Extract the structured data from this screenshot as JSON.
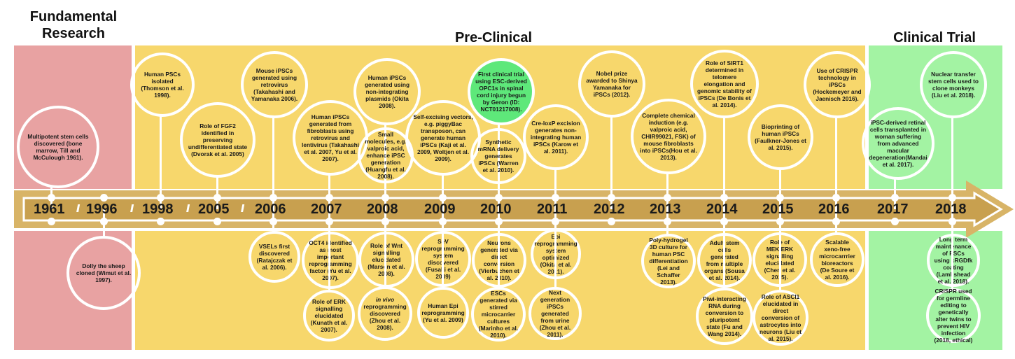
{
  "headers": {
    "fundamental": "Fundamental\nResearch",
    "preclinical": "Pre-Clinical",
    "clinical": "Clinical Trial"
  },
  "colors": {
    "fundamental_band": "#e8a2a2",
    "preclinical_band": "#f7d76c",
    "clinical_band": "#a3f3a3",
    "arrow": "#d8b467",
    "arrow_inner": "#c8a04f",
    "highlight_circle": "#5ee87a"
  },
  "timeline": {
    "years": [
      "1961",
      "1996",
      "1998",
      "2005",
      "2006",
      "2007",
      "2008",
      "2009",
      "2010",
      "2011",
      "2012",
      "2013",
      "2014",
      "2015",
      "2016",
      "2017",
      "2018"
    ],
    "break_mark": "//"
  },
  "events_above": [
    {
      "id": "e1961a",
      "text": "Multipotent stem cells discovered (bone marrow, Till and McCulough 1961)."
    },
    {
      "id": "e1998a",
      "text": "Human PSCs isolated (Thomson et al. 1998)."
    },
    {
      "id": "e2005a",
      "text": "Role of FGF2 identified in preserving undifferentiated state (Dvorak et al. 2005)"
    },
    {
      "id": "e2006a",
      "text": "Mouse iPSCs generated using retrovirus (Takahashi and Yamanaka 2006)."
    },
    {
      "id": "e2007a",
      "text": "Human iPSCs generated from fibroblasts using retrovirus and lentivirus (Takahashi et al. 2007, Yu et al. 2007)."
    },
    {
      "id": "e2008a1",
      "text": "Human iPSCs generated using non-integrating plasmids (Okita 2008)."
    },
    {
      "id": "e2008a2",
      "text": "Small molecules, e.g. valproic acid, enhance iPSC generation (Huangfu et al. 2008)."
    },
    {
      "id": "e2009a",
      "text": "Self-excising vectors, e.g. piggyBac transposon, can generate human iPSCs (Kaji et al. 2009, Woltjen et al. 2009)."
    },
    {
      "id": "e2010a1",
      "text": "First clinical trial using ESC-derived OPC1s in spinal cord injury begun by Geron (ID: NCT01217008)."
    },
    {
      "id": "e2010a2",
      "text": "Synthetic mRNA delivery generates iPSCs (Warren et al. 2010)."
    },
    {
      "id": "e2011a",
      "text": "Cre-loxP excision generates non-integrating human iPSCs (Karow et al. 2011)."
    },
    {
      "id": "e2012a",
      "text": "Nobel prize awarded to Shinya Yamanaka for iPSCs (2012)."
    },
    {
      "id": "e2013a",
      "text": "Complete chemical induction (e.g. valproic acid, CHIR99021, FSK) of mouse fibroblasts into iPSCs(Hou et al. 2013)."
    },
    {
      "id": "e2014a",
      "text": "Role of SIRT1 determined in telomere elongation and genomic stability of iPSCs (De Bonis et al. 2014)."
    },
    {
      "id": "e2015a",
      "text": "Bioprinting of human iPSCs (Faulkner-Jones et al. 2015)."
    },
    {
      "id": "e2016a",
      "text": "Use of CRISPR technology in iPSCs (Hockemeyer and Jaenisch 2016)."
    },
    {
      "id": "e2017a",
      "text": "iPSC-derived retinal cells transplanted in woman suffering from advanced macular degeneration(Mandai et al. 2017)."
    },
    {
      "id": "e2018a",
      "text": "Nuclear transfer stem cells used to clone monkeys (Liu et al. 2018)."
    }
  ],
  "events_below": [
    {
      "id": "e1996b",
      "text": "Dolly the sheep cloned (Wimut et al. 1997)."
    },
    {
      "id": "e2006b",
      "text": "VSELs first discovered (Ratajczak et al. 2006)."
    },
    {
      "id": "e2007b1",
      "text": "OCT4 identified as most important reprogramming factor (Yu et al. 2007)."
    },
    {
      "id": "e2007b2",
      "text": "Role of ERK signalling elucidated (Kunath et al. 2007)."
    },
    {
      "id": "e2008b1",
      "text": "Role of Wnt signalling elucidated (Marson et al. 2008)."
    },
    {
      "id": "e2008b2",
      "text": "in vivo reprogramming discovered (Zhou et al. 2008)."
    },
    {
      "id": "e2009b1",
      "text": "SeV reprogramming system discovered (Fusaki et al. 2009)"
    },
    {
      "id": "e2009b2",
      "text": "Human Epi reprogramming (Yu et al. 2009)"
    },
    {
      "id": "e2010b1",
      "text": "Neurons generated via direct conversion (Vierbuchen et al. 2010)."
    },
    {
      "id": "e2010b2",
      "text": "ESCs generated via stirred microcarrier cultures (Marinho et al. 2010)."
    },
    {
      "id": "e2011b1",
      "text": "Epi reprogramming system optimized (Okita et al. 2011)."
    },
    {
      "id": "e2011b2",
      "text": "Next generation iPSCs generated from urine (Zhou et al. 2011)."
    },
    {
      "id": "e2013b",
      "text": "Poly-hydrogel 3D culture for human PSC differentiation (Lei and Schaffer 2013)."
    },
    {
      "id": "e2014b1",
      "text": "Adult stem cells generated from multiple organs (Sousa et al. 2014)."
    },
    {
      "id": "e2014b2",
      "text": "Piwi-interacting RNA during conversion to pluripotent state (Fu and Wang 2014)."
    },
    {
      "id": "e2015b1",
      "text": "Role of MEK/ERK signalling elucidated (Chen et al. 2015)."
    },
    {
      "id": "e2015b2",
      "text": "Role of ASCl1 elucidated in direct conversion of astrocytes into neurons (Liu et al. 2015)."
    },
    {
      "id": "e2016b",
      "text": "Scalable xeno-free microcarrrier bioreactors (De Soure et al. 2016)."
    },
    {
      "id": "e2018b1",
      "text": "Long term maintenance of PSCs using cRGDfk coating (Lambshead et al. 2018)."
    },
    {
      "id": "e2018b2",
      "text": "CRISPR used for germline editing to genetically alter twins to prevent HIV infection (2018, ethical)"
    }
  ]
}
